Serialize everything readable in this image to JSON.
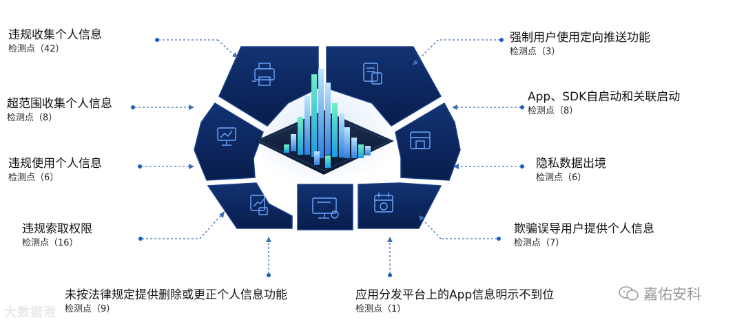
{
  "items": [
    {
      "title": "违规收集个人信息",
      "count": "检测点（42）"
    },
    {
      "title": "超范围收集个人信息",
      "count": "检测点（8）"
    },
    {
      "title": "违规使用个人信息",
      "count": "检测点（6）"
    },
    {
      "title": "违规索取权限",
      "count": "检测点（16）"
    },
    {
      "title": "未按法律规定提供删除或更正个人信息功能",
      "count": "检测点（9）"
    },
    {
      "title": "应用分发平台上的App信息明示不到位",
      "count": "检测点（1）"
    },
    {
      "title": "欺骗误导用户提供个人信息",
      "count": "检测点（7）"
    },
    {
      "title": "隐私数据出境",
      "count": "检测点（6）"
    },
    {
      "title": "App、SDK自启动和关联启动",
      "count": "检测点（8）"
    },
    {
      "title": "强制用户使用定向推送功能",
      "count": "检测点（3）"
    }
  ],
  "watermark": {
    "left": "大数据泄",
    "right": "嘉佑安科"
  },
  "colors": {
    "segment": "#0c2860",
    "segment_edge": "#1b3f86",
    "connector": "#3d6fb6",
    "dot": "#1f5bbf",
    "bar_light": "#9fd4ff",
    "bar_mid": "#3b8fe8",
    "bar_green": "#35d3a0"
  }
}
